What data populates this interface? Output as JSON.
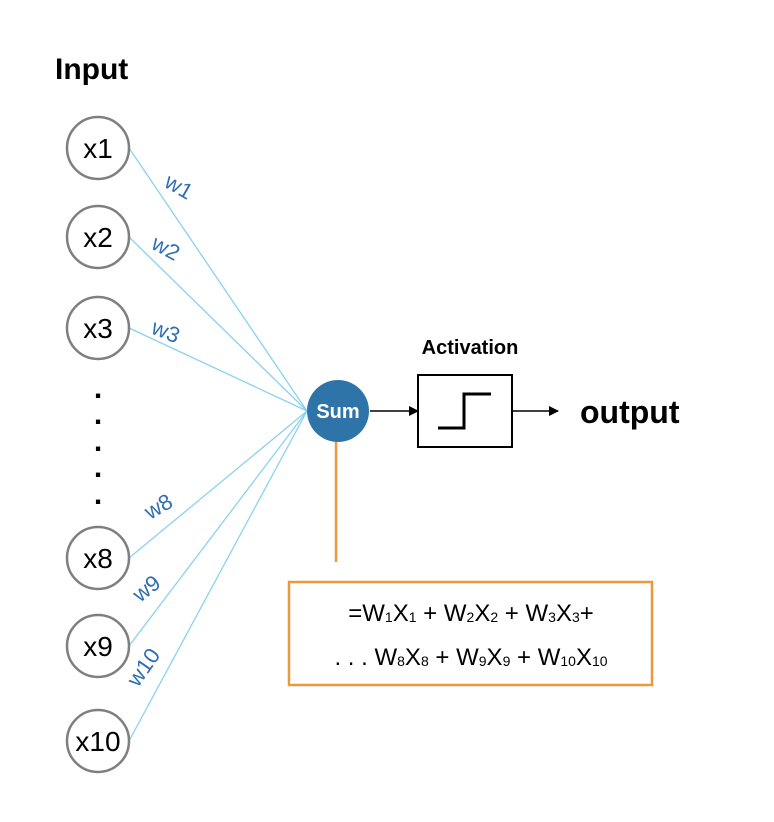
{
  "title": "Input",
  "inputs": [
    {
      "node": "x1",
      "weight": "w1"
    },
    {
      "node": "x2",
      "weight": "w2"
    },
    {
      "node": "x3",
      "weight": "w3"
    },
    {
      "node": "x8",
      "weight": "w8"
    },
    {
      "node": "x9",
      "weight": "w9"
    },
    {
      "node": "x10",
      "weight": "w10"
    }
  ],
  "ellipsis_dots": [
    ".",
    ".",
    ".",
    ".",
    "."
  ],
  "sum_label": "Sum",
  "activation_label": "Activation",
  "output_label": "output",
  "formula": {
    "line1": [
      {
        "t": "=W"
      },
      {
        "s": "1"
      },
      {
        "t": "X"
      },
      {
        "s": "1"
      },
      {
        "t": " + W"
      },
      {
        "s": "2"
      },
      {
        "t": "X"
      },
      {
        "s": "2"
      },
      {
        "t": " + W"
      },
      {
        "s": "3"
      },
      {
        "t": "X"
      },
      {
        "s": "3"
      },
      {
        "t": "+"
      }
    ],
    "line2": [
      {
        "t": ". . . W"
      },
      {
        "s": "8"
      },
      {
        "t": "X"
      },
      {
        "s": "8"
      },
      {
        "t": " + W"
      },
      {
        "s": "9"
      },
      {
        "t": "X"
      },
      {
        "s": "9"
      },
      {
        "t": " + W"
      },
      {
        "s": "10"
      },
      {
        "t": "X"
      },
      {
        "s": "10"
      }
    ]
  },
  "colors": {
    "node_stroke": "#7f7f7f",
    "connection": "#89d2ee",
    "weight_text": "#2f6fb3",
    "sum_fill": "#2e74a8",
    "formula_border": "#ea9a3c",
    "arrow": "#000000"
  }
}
